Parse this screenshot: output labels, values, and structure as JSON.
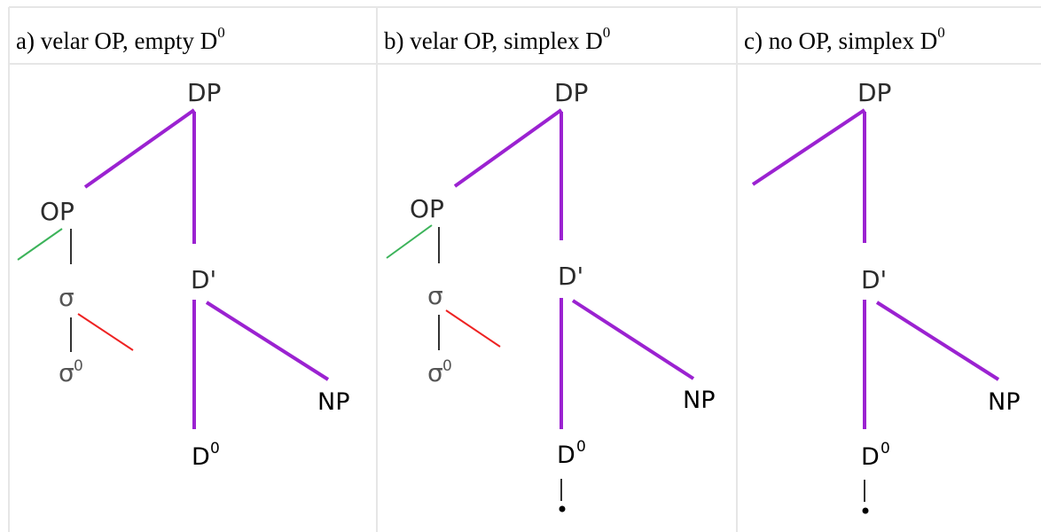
{
  "panels": [
    {
      "title": "a) velar OP, empty D",
      "title_sup": "0",
      "nodes": {
        "dp": "DP",
        "op": "OP",
        "sigma": "σ",
        "sigma0": "σ",
        "sigma0_sup": "0",
        "dbar": "D'",
        "np": "NP",
        "d0": "D",
        "d0_sup": "0"
      }
    },
    {
      "title": "b) velar OP, simplex D",
      "title_sup": "0",
      "nodes": {
        "dp": "DP",
        "op": "OP",
        "sigma": "σ",
        "sigma0": "σ",
        "sigma0_sup": "0",
        "dbar": "D'",
        "np": "NP",
        "d0": "D",
        "d0_sup": "0"
      }
    },
    {
      "title": "c) no OP, simplex D",
      "title_sup": "0",
      "nodes": {
        "dp": "DP",
        "dbar": "D'",
        "np": "NP",
        "d0": "D",
        "d0_sup": "0"
      }
    }
  ],
  "colors": {
    "tree_branch": "#9b22d1",
    "green_branch": "#3cb35a",
    "red_branch": "#ee2222",
    "thin_branch": "#333333",
    "grid_line": "#e6e6e6"
  }
}
